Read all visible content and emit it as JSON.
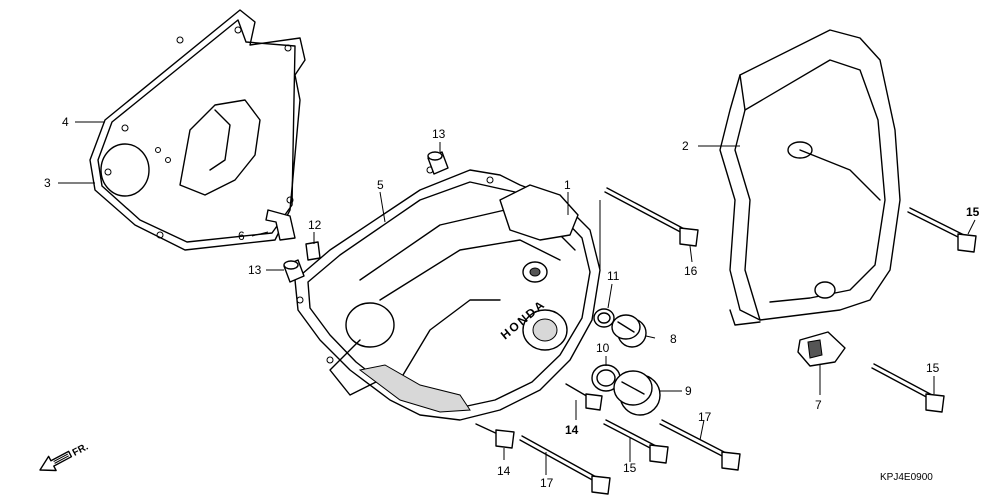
{
  "diagram_code": "KPJ4E0900",
  "front_indicator": "FR.",
  "callouts": {
    "c1": "1",
    "c2": "2",
    "c3": "3",
    "c4": "4",
    "c5": "5",
    "c6": "6",
    "c7": "7",
    "c8": "8",
    "c9": "9",
    "c10": "10",
    "c11": "11",
    "c12": "12",
    "c13a": "13",
    "c13b": "13",
    "c14a": "14",
    "c14b": "14",
    "c15a": "15",
    "c15b": "15",
    "c15c": "15",
    "c16": "16",
    "c17a": "17",
    "c17b": "17"
  },
  "logo_text": "HONDA"
}
